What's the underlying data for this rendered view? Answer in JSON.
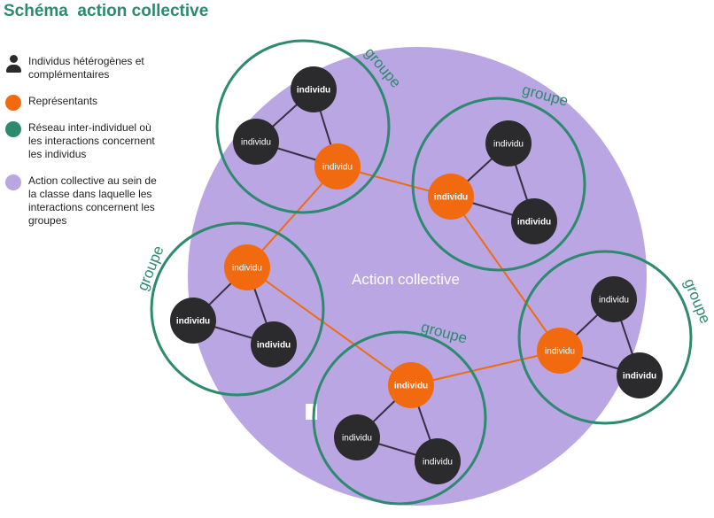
{
  "title": "Schéma  action collective",
  "colors": {
    "title": "#2e8a6e",
    "group_ring": "#2e8a6e",
    "collective_fill": "#b9a6e3",
    "individual": "#2b2a2d",
    "representative": "#f26a0f",
    "internal_link": "#3a2f45",
    "representative_link": "#f26a0f"
  },
  "legend": [
    {
      "icon": "person-icon",
      "text": "Individus hétérogènes et complémentaires"
    },
    {
      "icon": "orange-dot",
      "text": "Représentants"
    },
    {
      "icon": "green-dot",
      "text": "Réseau inter-individuel où les interactions concernent les individus"
    },
    {
      "icon": "purple-dot",
      "text": "Action collective au sein de la classe dans laquelle les interactions concernent les groupes"
    }
  ],
  "center_label": "Action collective",
  "group_label": "groupe",
  "node_label": "individu"
}
